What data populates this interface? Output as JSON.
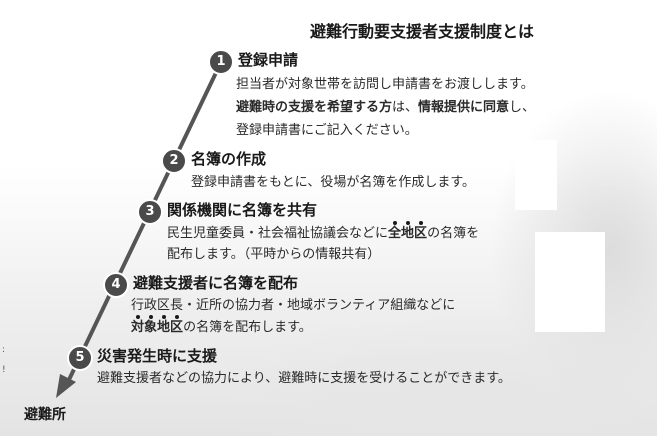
{
  "title": "避難行動要支援者支援制度とは",
  "steps": [
    {
      "num": "1",
      "heading": "登録申請",
      "line1": "担当者が対象世帯を訪問し申請書をお渡しします。",
      "line2_bold1": "避難時の支援を希望する方",
      "line2_mid": "は、",
      "line2_bold2": "情報提供に同意",
      "line2_end": "し、",
      "line3": "登録申請書にご記入ください。"
    },
    {
      "num": "2",
      "heading": "名簿の作成",
      "line1": "登録申請書をもとに、役場が名簿を作成します。"
    },
    {
      "num": "3",
      "heading": "関係機関に名簿を共有",
      "line1_pre": "民生児童委員・社会福祉協議会などに",
      "line1_em": [
        "全",
        "地",
        "区"
      ],
      "line1_post": "の名簿を",
      "line2": "配布します。（平時からの情報共有）"
    },
    {
      "num": "4",
      "heading": "避難支援者に名簿を配布",
      "line1": "行政区長・近所の協力者・地域ボランティア組織などに",
      "line2_em": [
        "対",
        "象",
        "地",
        "区"
      ],
      "line2_post": "の名簿を配布します。"
    },
    {
      "num": "5",
      "heading": "災害発生時に支援",
      "line1": "避難支援者などの協力により、避難時に支援を受けることができます。"
    }
  ],
  "destination": "避難所",
  "colors": {
    "arrow": "#555555",
    "badge": "#4a4a4a"
  }
}
